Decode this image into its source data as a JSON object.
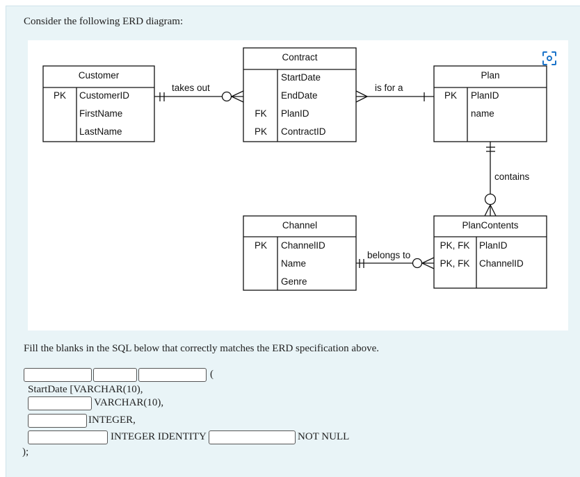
{
  "question": {
    "prompt": "Consider the following ERD diagram:",
    "instruction": "Fill the blanks in the SQL below that correctly matches the ERD specification above."
  },
  "erd": {
    "entities": {
      "customer": {
        "title": "Customer",
        "keys": [
          "PK",
          "",
          "",
          ""
        ],
        "fields": [
          "CustomerID",
          "FirstName",
          "LastName"
        ]
      },
      "contract": {
        "title": "Contract",
        "keys": [
          "",
          "",
          "FK",
          "PK"
        ],
        "fields": [
          "StartDate",
          "EndDate",
          "PlanID",
          "ContractID"
        ]
      },
      "plan": {
        "title": "Plan",
        "keys": [
          "PK",
          ""
        ],
        "fields": [
          "PlanID",
          "name"
        ]
      },
      "channel": {
        "title": "Channel",
        "keys": [
          "PK",
          "",
          ""
        ],
        "fields": [
          "ChannelID",
          "Name",
          "Genre"
        ]
      },
      "plancontents": {
        "title": "PlanContents",
        "keys": [
          "PK, FK",
          "PK, FK"
        ],
        "fields": [
          "PlanID",
          "ChannelID"
        ]
      }
    },
    "relationships": {
      "takes_out": "takes out",
      "is_for_a": "is for a",
      "contains": "contains",
      "belongs_to": "belongs to"
    }
  },
  "sql": {
    "open_paren": "(",
    "line1": "StartDate [VARCHAR(10),",
    "line2": "VARCHAR(10),",
    "line3": "INTEGER,",
    "line4_type": "INTEGER IDENTITY",
    "line4_end": "NOT NULL",
    "close": ");"
  },
  "icons": {
    "scan": "scan-icon"
  }
}
